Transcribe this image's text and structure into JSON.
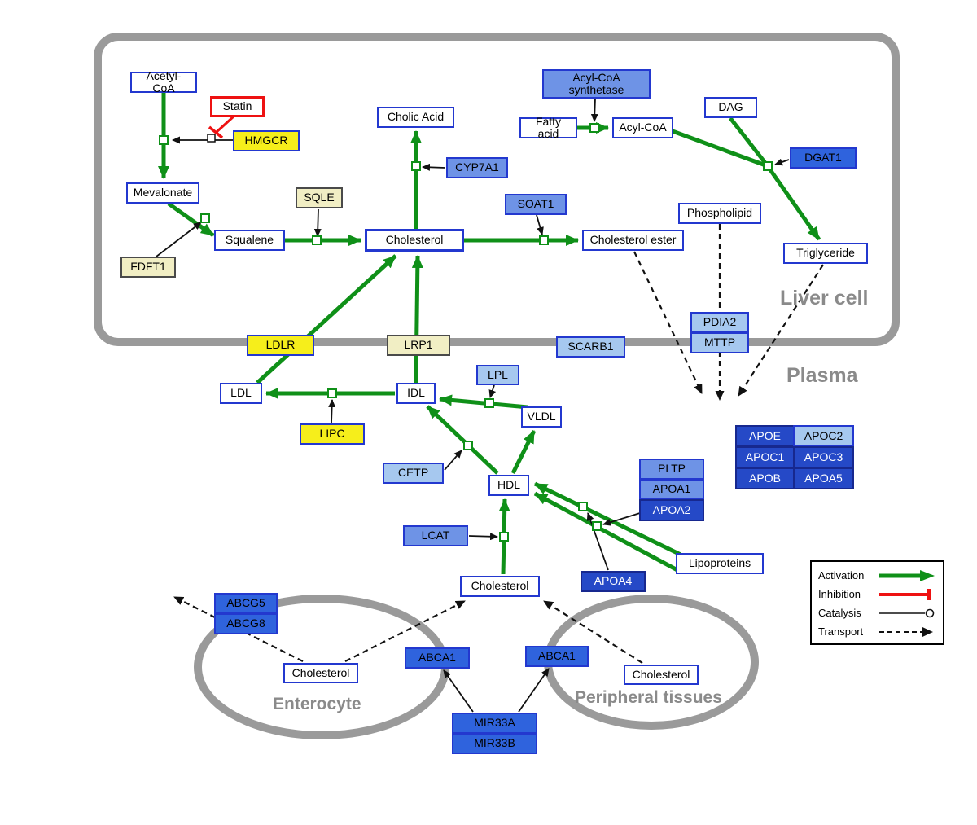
{
  "regions": {
    "liver": "Liver cell",
    "plasma": "Plasma",
    "enterocyte": "Enterocyte",
    "peripheral": "Peripheral tissues"
  },
  "legend": {
    "activation": "Activation",
    "inhibition": "Inhibition",
    "catalysis": "Catalysis",
    "transport": "Transport"
  },
  "colors": {
    "activation_green": "#0f9018",
    "inhibition_red": "#ee1111",
    "metabolite_border_blue": "#2338cf",
    "gene_blue_light": "#a6c8ef",
    "gene_blue_mid": "#6e93e6",
    "gene_blue_deep": "#2f63dd",
    "gene_blue_dark": "#2549c7",
    "gene_yellow": "#f6ee1b",
    "gene_pale_yellow": "#f1eec4",
    "membrane_gray": "#9a9a9a"
  },
  "nodes": {
    "acetyl_coa": "Acetyl-CoA",
    "statin": "Statin",
    "hmgcr": "HMGCR",
    "mevalonate": "Mevalonate",
    "sqle": "SQLE",
    "fdft1": "FDFT1",
    "squalene": "Squalene",
    "cholesterol_liver": "Cholesterol",
    "cholic_acid": "Cholic Acid",
    "cyp7a1": "CYP7A1",
    "soat1": "SOAT1",
    "acyl_coa_synthetase": "Acyl-CoA synthetase",
    "fatty_acid": "Fatty acid",
    "acyl_coa": "Acyl-CoA",
    "dag": "DAG",
    "dgat1": "DGAT1",
    "phospholipid": "Phospholipid",
    "cholesterol_ester": "Cholesterol ester",
    "triglyceride": "Triglyceride",
    "ldlr": "LDLR",
    "lrp1": "LRP1",
    "scarb1": "SCARB1",
    "pdia2": "PDIA2",
    "mttp": "MTTP",
    "ldl": "LDL",
    "idl": "IDL",
    "lpl": "LPL",
    "vldl": "VLDL",
    "lipc": "LIPC",
    "cetp": "CETP",
    "hdl": "HDL",
    "lcat": "LCAT",
    "pltp": "PLTP",
    "apoa1": "APOA1",
    "apoa2": "APOA2",
    "apoa4": "APOA4",
    "apoe": "APOE",
    "apoc2": "APOC2",
    "apoc1": "APOC1",
    "apoc3": "APOC3",
    "apob": "APOB",
    "apoa5": "APOA5",
    "lipoproteins": "Lipoproteins",
    "cholesterol_plasma": "Cholesterol",
    "abcg5": "ABCG5",
    "abcg8": "ABCG8",
    "abca1_enterocyte": "ABCA1",
    "abca1_peripheral": "ABCA1",
    "cholesterol_enterocyte": "Cholesterol",
    "cholesterol_peripheral": "Cholesterol",
    "mir33a": "MIR33A",
    "mir33b": "MIR33B"
  }
}
